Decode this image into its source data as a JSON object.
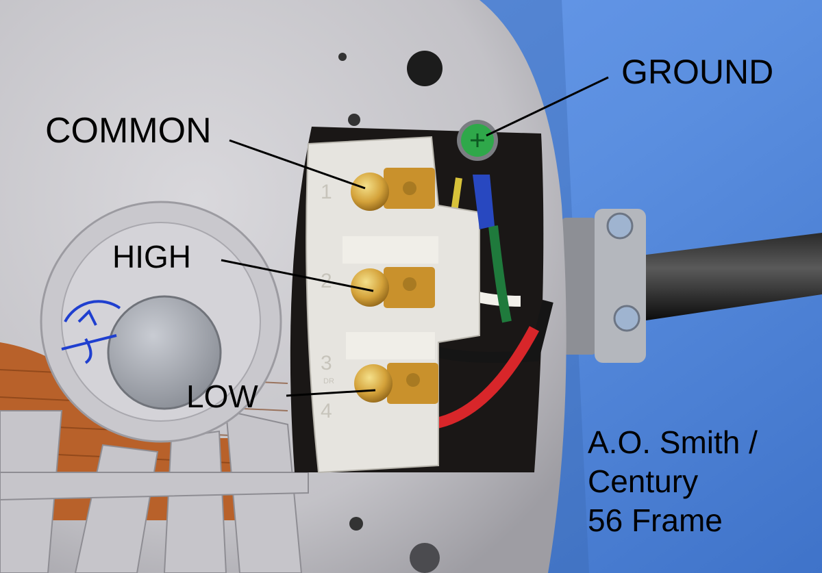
{
  "image": {
    "description": "Close-up photo of the terminal board on an electric motor end bell with labeled wiring connections",
    "colors": {
      "background": "#5b8fe0",
      "housing": "#c9c8cc",
      "terminal_board": "#e6e4df",
      "brass": "#d4a23a",
      "ground_screw": "#2fa84a",
      "copper_winding": "#b8612a",
      "cable": "#1a1a1a"
    }
  },
  "labels": {
    "common": "COMMON",
    "high": "HIGH",
    "low": "LOW",
    "ground": "GROUND"
  },
  "terminal_numbers": [
    "1",
    "2",
    "3",
    "4"
  ],
  "terminal_board_marking": "DR",
  "caption": {
    "line1": "A.O. Smith /",
    "line2": "Century",
    "line3": "56 Frame"
  },
  "wires": [
    {
      "name": "white",
      "terminal": "1",
      "color": "#f2f0ea"
    },
    {
      "name": "black",
      "terminal": "2",
      "color": "#151515"
    },
    {
      "name": "red",
      "terminal": "4",
      "color": "#d8262a"
    },
    {
      "name": "green",
      "terminal": "ground",
      "color": "#1f7a3c"
    },
    {
      "name": "yellow",
      "terminal": "internal",
      "color": "#d7c23a"
    }
  ]
}
